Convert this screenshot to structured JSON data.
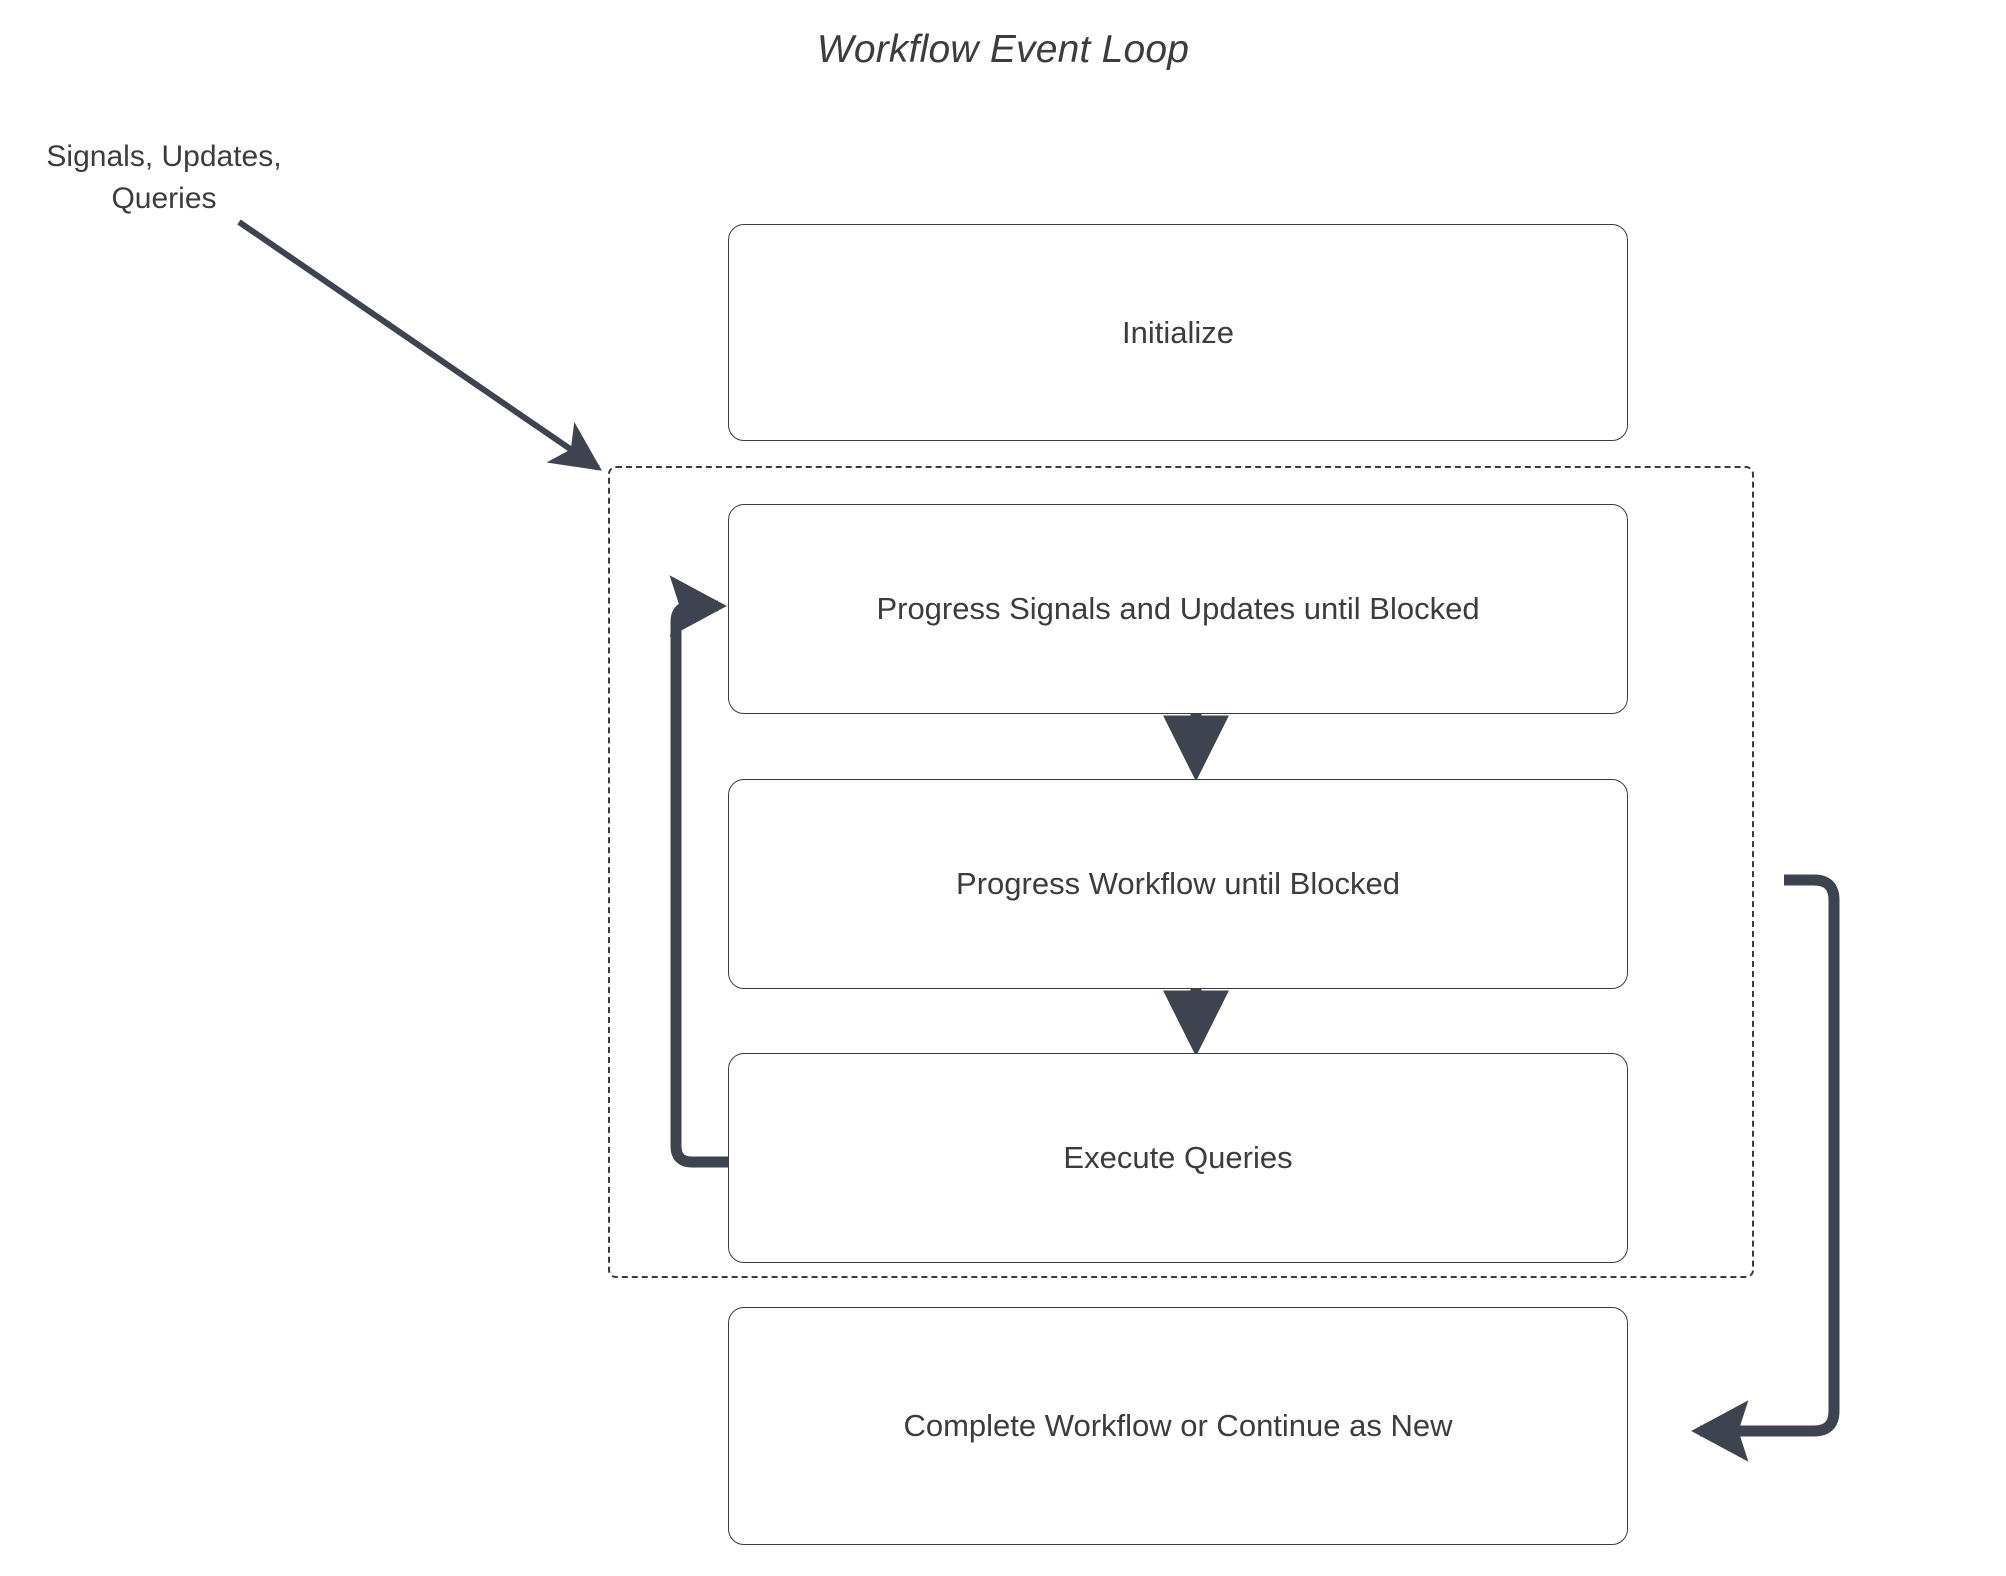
{
  "diagram": {
    "title": "Workflow Event Loop",
    "type": "flowchart",
    "background_color": "#ffffff",
    "node_border_color": "#3b3b3b",
    "node_fill_color": "#ffffff",
    "text_color": "#3c3c3c",
    "edge_color": "#3d4450",
    "group_border_style": "dashed"
  },
  "external_label": {
    "text": "Signals, Updates,\nQueries"
  },
  "nodes": [
    {
      "id": "initialize",
      "label": "Initialize"
    },
    {
      "id": "progress-signals",
      "label": "Progress Signals and Updates until Blocked"
    },
    {
      "id": "progress-workflow",
      "label": "Progress Workflow until Blocked"
    },
    {
      "id": "execute-queries",
      "label": "Execute Queries"
    },
    {
      "id": "complete-workflow",
      "label": "Complete Workflow or Continue as New"
    }
  ],
  "group": {
    "id": "event-loop-group",
    "label": "",
    "contains": [
      "progress-signals",
      "progress-workflow",
      "execute-queries"
    ]
  },
  "edges": [
    {
      "from": "external_label",
      "to": "event-loop-group",
      "style": "solid-diagonal-arrow"
    },
    {
      "from": "progress-signals",
      "to": "progress-workflow",
      "style": "solid-down-arrow"
    },
    {
      "from": "progress-workflow",
      "to": "execute-queries",
      "style": "solid-down-arrow"
    },
    {
      "from": "execute-queries",
      "to": "progress-signals",
      "style": "thick-loop-back-left"
    },
    {
      "from": "event-loop-group",
      "to": "complete-workflow",
      "style": "thick-loop-right"
    }
  ]
}
